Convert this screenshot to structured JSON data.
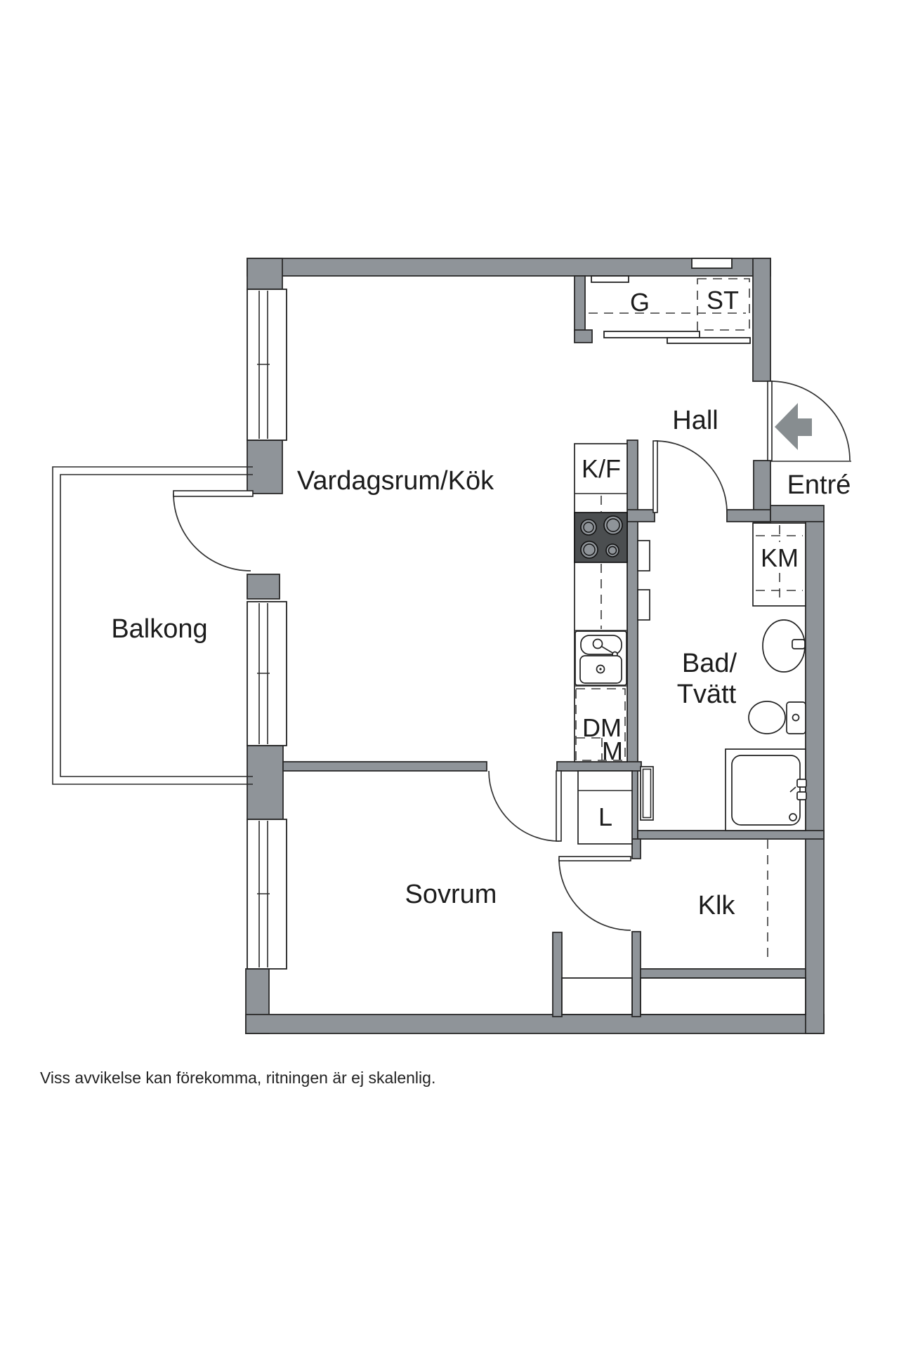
{
  "footer": {
    "disclaimer": "Viss avvikelse kan förekomma, ritningen är ej skalenlig."
  },
  "rooms": {
    "living_kitchen": "Vardagsrum/Kök",
    "balcony": "Balkong",
    "bedroom": "Sovrum",
    "hall": "Hall",
    "entrance": "Entré",
    "bath_line1": "Bad/",
    "bath_line2": "Tvätt",
    "walk_in_closet": "Klk"
  },
  "labels": {
    "wardrobe": "G",
    "storage": "ST",
    "fridge_freezer": "K/F",
    "washing_machine": "KM",
    "dishwasher": "DM",
    "microwave": "M",
    "linen_closet": "L"
  },
  "colors": {
    "wall": "#8F9499",
    "line": "#2a2a2a",
    "stove_dark": "#4B4E50",
    "entry_arrow": "#878D90",
    "text": "#1c1c1c"
  }
}
